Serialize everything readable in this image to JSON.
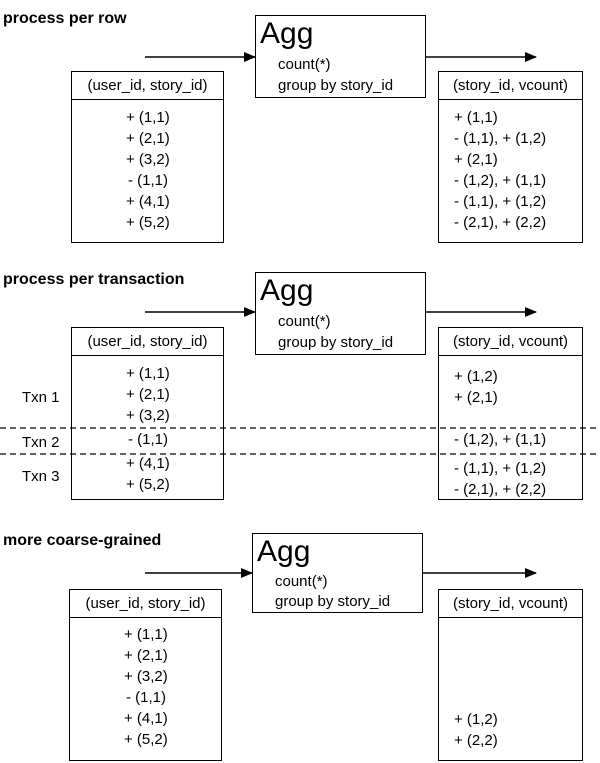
{
  "sections": [
    {
      "title": "process per row",
      "agg": {
        "title": "Agg",
        "lines": [
          "count(*)",
          "group by story_id"
        ]
      },
      "input": {
        "header": "(user_id, story_id)",
        "rows": [
          "+ (1,1)",
          "+ (2,1)",
          "+ (3,2)",
          "- (1,1)",
          "+ (4,1)",
          "+ (5,2)"
        ]
      },
      "output": {
        "header": "(story_id, vcount)",
        "rows": [
          "+ (1,1)",
          "-  (1,1), + (1,2)",
          "+ (2,1)",
          "-  (1,2), + (1,1)",
          "-  (1,1), + (1,2)",
          "-  (2,1), + (2,2)"
        ]
      }
    },
    {
      "title": "process per transaction",
      "agg": {
        "title": "Agg",
        "lines": [
          "count(*)",
          "group by story_id"
        ]
      },
      "input": {
        "header": "(user_id, story_id)",
        "rows": [
          "+ (1,1)",
          "+ (2,1)",
          "+ (3,2)",
          "- (1,1)",
          "+ (4,1)",
          "+ (5,2)"
        ]
      },
      "output": {
        "header": "(story_id, vcount)",
        "rows": [
          "+ (1,2)",
          "+ (2,1)",
          "-  (1,2), + (1,1)",
          "-  (1,1), + (1,2)",
          "-  (2,1), + (2,2)"
        ]
      },
      "txns": [
        "Txn 1",
        "Txn 2",
        "Txn 3"
      ]
    },
    {
      "title": "more coarse-grained",
      "agg": {
        "title": "Agg",
        "lines": [
          "count(*)",
          "group by story_id"
        ]
      },
      "input": {
        "header": "(user_id, story_id)",
        "rows": [
          "+ (1,1)",
          "+ (2,1)",
          "+ (3,2)",
          "- (1,1)",
          "+ (4,1)",
          "+ (5,2)"
        ]
      },
      "output": {
        "header": "(story_id, vcount)",
        "rows": [
          "+ (1,2)",
          "+ (2,2)"
        ]
      }
    }
  ]
}
